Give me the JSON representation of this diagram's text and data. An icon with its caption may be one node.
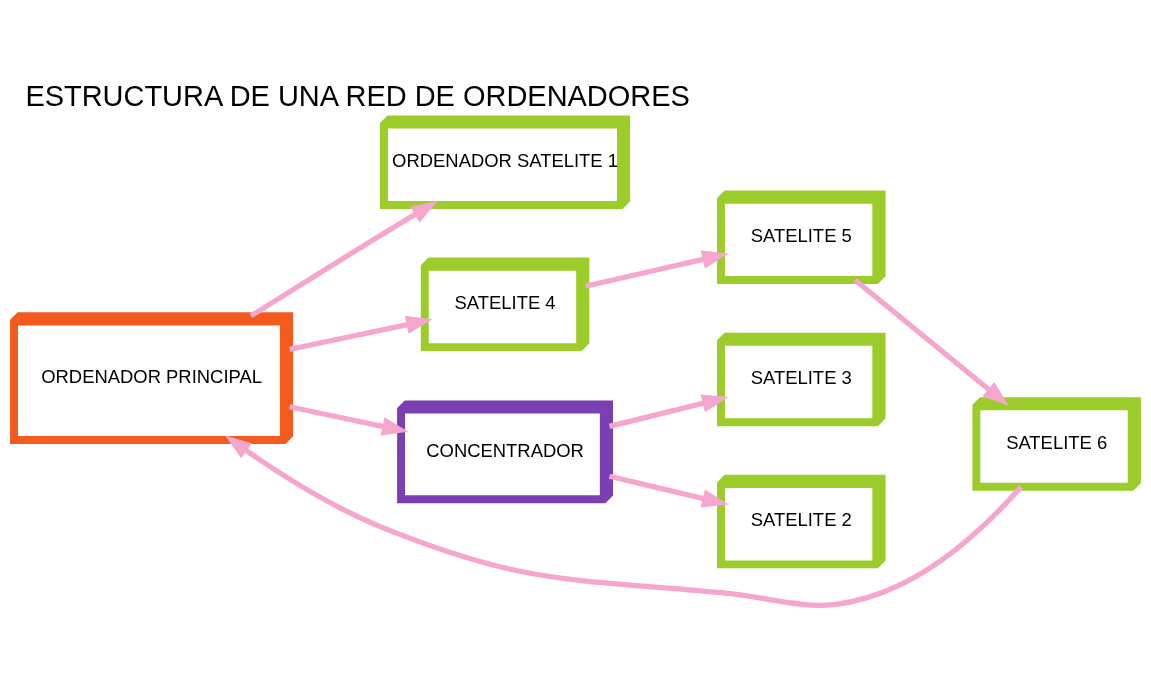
{
  "diagram": {
    "title": "ESTRUCTURA DE UNA RED DE ORDENADORES",
    "nodes": [
      {
        "text": [
          "ORDENADOR SATELITE 1"
        ]
      },
      {
        "text": [
          "SATELITE 4"
        ]
      },
      {
        "text": [
          "ORDENADOR PRINCIPAL"
        ]
      },
      {
        "text": [
          "CONCENTRADOR"
        ]
      },
      {
        "text": [
          "SATELITE 3"
        ]
      },
      {
        "text": [
          "SATELITE 6"
        ]
      },
      {
        "text": [
          "SATELITE 2"
        ]
      },
      {
        "text": [
          "SATELITE 5"
        ]
      }
    ],
    "edges": [
      {
        "from": 2,
        "to": 0,
        "arrow": "to"
      },
      {
        "from": 2,
        "to": 3,
        "arrow": "to"
      },
      {
        "from": 2,
        "to": 1,
        "arrow": "to"
      },
      {
        "from": 1,
        "to": 7,
        "arrow": "to"
      },
      {
        "from": 7,
        "to": 5,
        "arrow": "to"
      },
      {
        "from": 5,
        "to": 2,
        "arrow": "to"
      },
      {
        "from": 3,
        "to": 6,
        "arrow": "to"
      },
      {
        "from": 3,
        "to": 4,
        "arrow": "to"
      }
    ]
  }
}
